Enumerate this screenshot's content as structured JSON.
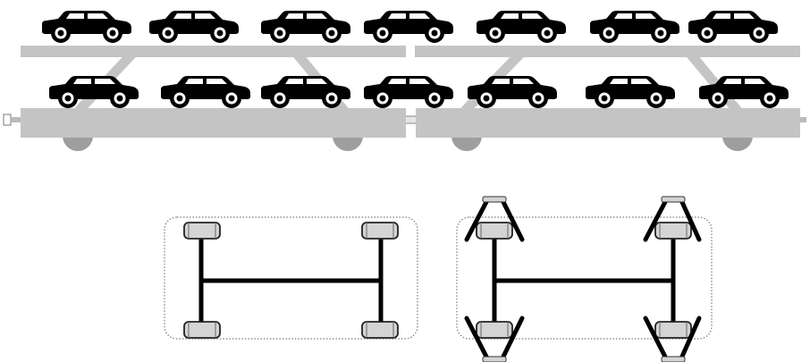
{
  "colors": {
    "background": "#ffffff",
    "structure": "#c4c4c4",
    "car_body": "#000000",
    "car_window": "#ffffff",
    "tire": "#000000",
    "hub": "#ffffff",
    "chassis_line": "#000000",
    "outline_dotted": "#7a7a7a"
  },
  "icons": {
    "car": "car-icon",
    "wheel": "wheel-icon",
    "coupling": "coupler-icon"
  },
  "railcar": {
    "cars_per_level": 7,
    "levels": [
      "upper-deck",
      "lower-deck"
    ]
  },
  "plan_views": [
    {
      "name": "plan-view-straight-axles",
      "leg_style": "straight"
    },
    {
      "name": "plan-view-angled-axles",
      "leg_style": "angled"
    }
  ]
}
